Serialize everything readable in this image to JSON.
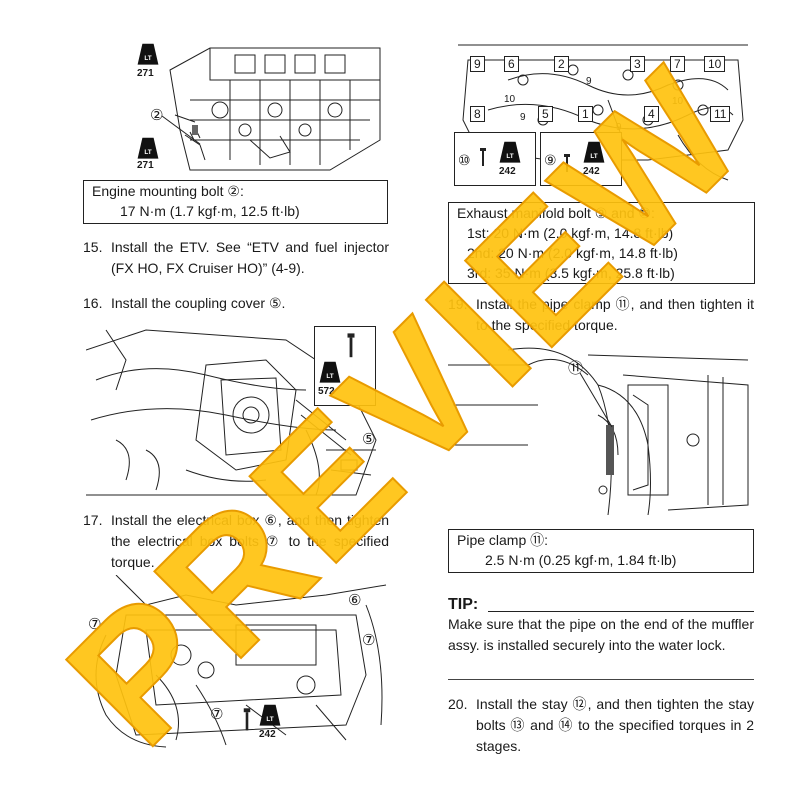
{
  "left_column": {
    "fig_engine": {
      "lt_badges": [
        {
          "code": "LT",
          "value": "271"
        },
        {
          "code": "LT",
          "value": "271"
        }
      ],
      "callout": "②"
    },
    "spec_engine_mount": {
      "title": "Engine mounting bolt ②:",
      "value": "17 N·m (1.7 kgf·m, 12.5 ft·lb)"
    },
    "step15": {
      "number": "15.",
      "text": "Install the ETV. See “ETV and fuel injector (FX HO, FX Cruiser HO)” (4-9)."
    },
    "step16": {
      "number": "16.",
      "text": "Install the coupling cover ⑤."
    },
    "fig_coupling": {
      "lt_badge": {
        "code": "LT",
        "value": "572"
      },
      "callout": "⑤"
    },
    "step17": {
      "number": "17.",
      "text": "Install the electrical box ⑥, and then tighten the electrical box bolts ⑦ to the specified torque."
    },
    "fig_electrical": {
      "callouts": [
        "⑥",
        "⑦",
        "⑦",
        "⑦"
      ],
      "lt_badge": {
        "code": "LT",
        "value": "242"
      }
    }
  },
  "right_column": {
    "fig_manifold": {
      "callouts": [
        "9",
        "6",
        "2",
        "3",
        "7",
        "10",
        "8",
        "10",
        "5",
        "1",
        "4",
        "10",
        "11",
        "9",
        "9",
        "9"
      ],
      "lt_badges": [
        {
          "code": "LT",
          "value": "242"
        },
        {
          "code": "LT",
          "value": "242"
        }
      ],
      "inset_callouts": [
        "⑩",
        "⑨"
      ]
    },
    "spec_exhaust": {
      "title": "Exhaust manifold bolt ⑨ and ⑩:",
      "lines": [
        "1st: 20 N·m (2.0 kgf·m, 14.8 ft·lb)",
        "2nd: 20 N·m (2.0 kgf·m, 14.8 ft·lb)",
        "3rd: 35 N·m (3.5 kgf·m, 25.8 ft·lb)"
      ]
    },
    "step19": {
      "number": "19.",
      "text": "Install the pipe clamp ⑪, and then tighten it to the specified torque."
    },
    "fig_pipe": {
      "callout": "⑪"
    },
    "spec_pipe_clamp": {
      "title": "Pipe clamp ⑪:",
      "value": "2.5 N·m (0.25 kgf·m, 1.84 ft·lb)"
    },
    "tip": {
      "heading": "TIP:",
      "text": "Make sure that the pipe on the end of the muffler assy. is installed securely into the water lock."
    },
    "step20": {
      "number": "20.",
      "text": "Install the stay ⑫, and then tighten the stay bolts ⑬ and ⑭ to the specified torques in 2 stages."
    }
  },
  "watermark": {
    "text": "PREVIEW",
    "color": "#FFC20E"
  }
}
